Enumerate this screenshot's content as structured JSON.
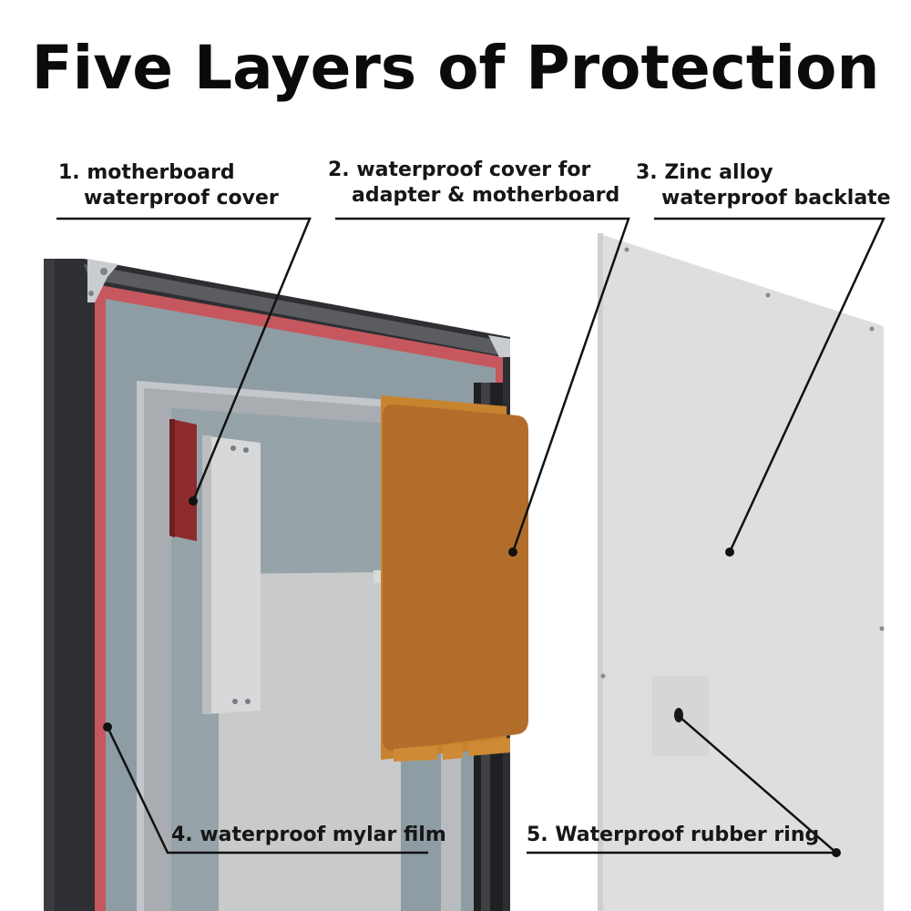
{
  "title": "Five Layers of Protection",
  "callouts": [
    {
      "line1": "1. motherboard",
      "line2": "waterproof cover"
    },
    {
      "line1": "2. waterproof cover for",
      "line2": "adapter & motherboard"
    },
    {
      "line1": "3. Zinc alloy",
      "line2": "waterproof backlate"
    },
    {
      "line1": "4. waterproof mylar film"
    },
    {
      "line1": "5. Waterproof rubber ring"
    }
  ],
  "colors": {
    "frame": "#2f3033",
    "rubber_ring": "#c8565d",
    "mylar_film": "#8f9da4",
    "backplate": "#dcdcdc",
    "orange_cover": "#b56e2c",
    "red_cover": "#8e2b2d",
    "leader_line": "#111111"
  }
}
